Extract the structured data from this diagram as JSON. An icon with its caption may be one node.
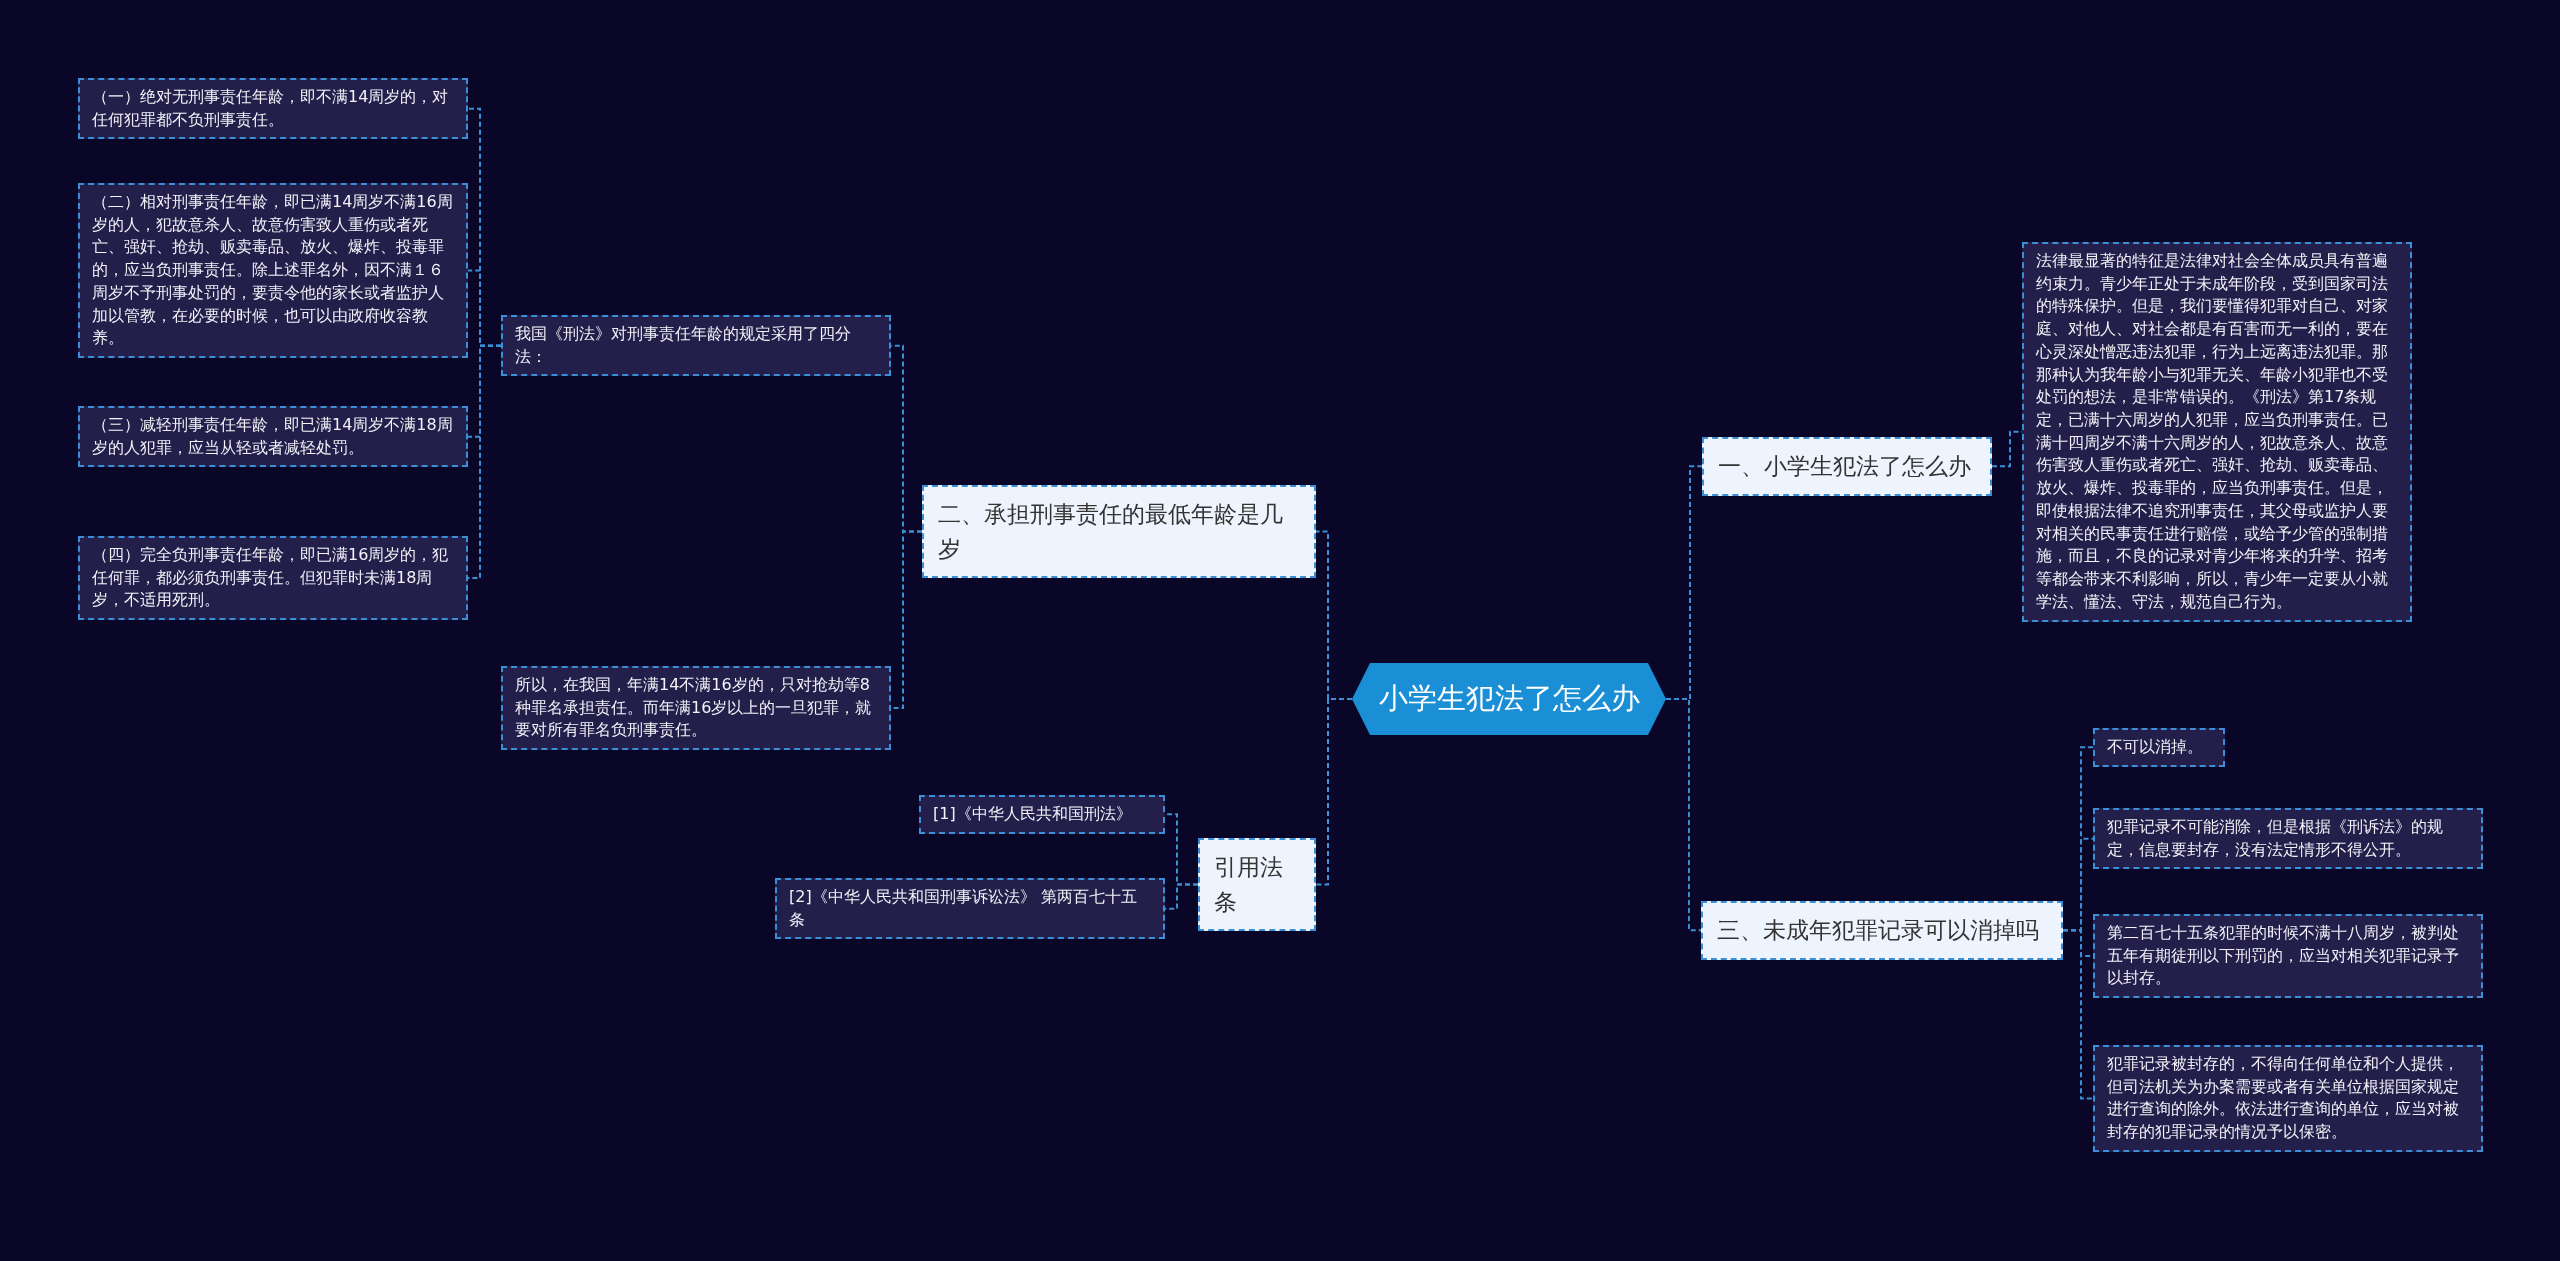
{
  "diagram": {
    "nodes": [
      {
        "text": [
          "小学生犯法了怎么办"
        ]
      },
      {
        "text": [
          "一、小学生犯法了怎么办"
        ]
      },
      {
        "text": [
          "法律最显著的特征是法律对社会全体成员具有普遍约束力。青少年正处于未成年阶段，受到国家司法的特殊保护。但是，我们要懂得犯罪对自己、对家庭、对他人、对社会都是有百害而无一利的，要在心灵深处憎恶违法犯罪，行为上远离违法犯罪。那那种认为我年龄小与犯罪无关、年龄小犯罪也不受处罚的想法，是非常错误的。《刑法》第17条规定，已满十六周岁的人犯罪，应当负刑事责任。已满十四周岁不满十六周岁的人，犯故意杀人、故意伤害致人重伤或者死亡、强奸、抢劫、贩卖毒品、放火、爆炸、投毒罪的，应当负刑事责任。但是，即使根据法律不追究刑事责任，其父母或监护人要对相关的民事责任进行赔偿，或给予少管的强制措施，而且，不良的记录对青少年将来的升学、招考等都会带来不利影响，所以，青少年一定要从小就学法、懂法、守法，规范自己行为。"
        ]
      },
      {
        "text": [
          "三、未成年犯罪记录可以消掉吗"
        ]
      },
      {
        "text": [
          "不可以消掉。"
        ]
      },
      {
        "text": [
          "犯罪记录不可能消除，但是根据《刑诉法》的规定，信息要封存，没有法定情形不得公开。"
        ]
      },
      {
        "text": [
          "第二百七十五条犯罪的时候不满十八周岁，被判处五年有期徒刑以下刑罚的，应当对相关犯罪记录予以封存。"
        ]
      },
      {
        "text": [
          "犯罪记录被封存的，不得向任何单位和个人提供，但司法机关为办案需要或者有关单位根据国家规定进行查询的除外。依法进行查询的单位，应当对被封存的犯罪记录的情况予以保密。"
        ]
      },
      {
        "text": [
          "二、承担刑事责任的最低年龄是几岁"
        ]
      },
      {
        "text": [
          "我国《刑法》对刑事责任年龄的规定采用了四分法："
        ]
      },
      {
        "text": [
          "（一）绝对无刑事责任年龄，即不满14周岁的，对任何犯罪都不负刑事责任。"
        ]
      },
      {
        "text": [
          "（二）相对刑事责任年龄，即已满14周岁不满16周岁的人，犯故意杀人、故意伤害致人重伤或者死亡、强奸、抢劫、贩卖毒品、放火、爆炸、投毒罪的，应当负刑事责任。除上述罪名外，因不满１６周岁不予刑事处罚的，要责令他的家长或者监护人加以管教，在必要的时候，也可以由政府收容教养。"
        ]
      },
      {
        "text": [
          "（三）减轻刑事责任年龄，即已满14周岁不满18周岁的人犯罪，应当从轻或者减轻处罚。"
        ]
      },
      {
        "text": [
          "（四）完全负刑事责任年龄，即已满16周岁的，犯任何罪，都必须负刑事责任。但犯罪时未满18周岁，不适用死刑。"
        ]
      },
      {
        "text": [
          "所以，在我国，年满14不满16岁的，只对抢劫等8种罪名承担责任。而年满16岁以上的一旦犯罪，就要对所有罪名负刑事责任。"
        ]
      },
      {
        "text": [
          "引用法条"
        ]
      },
      {
        "text": [
          "[1]《中华人民共和国刑法》"
        ]
      },
      {
        "text": [
          "[2]《中华人民共和国刑事诉讼法》 第两百七十五条"
        ]
      }
    ],
    "edges": [
      {
        "from": 0,
        "to": 1,
        "arrow": "none"
      },
      {
        "from": 1,
        "to": 2,
        "arrow": "none"
      },
      {
        "from": 0,
        "to": 3,
        "arrow": "none"
      },
      {
        "from": 3,
        "to": 4,
        "arrow": "none"
      },
      {
        "from": 3,
        "to": 5,
        "arrow": "none"
      },
      {
        "from": 3,
        "to": 6,
        "arrow": "none"
      },
      {
        "from": 3,
        "to": 7,
        "arrow": "none"
      },
      {
        "from": 0,
        "to": 8,
        "arrow": "none"
      },
      {
        "from": 8,
        "to": 9,
        "arrow": "none"
      },
      {
        "from": 9,
        "to": 10,
        "arrow": "none"
      },
      {
        "from": 9,
        "to": 11,
        "arrow": "none"
      },
      {
        "from": 9,
        "to": 12,
        "arrow": "none"
      },
      {
        "from": 9,
        "to": 13,
        "arrow": "none"
      },
      {
        "from": 8,
        "to": 14,
        "arrow": "none"
      },
      {
        "from": 0,
        "to": 15,
        "arrow": "none"
      },
      {
        "from": 15,
        "to": 16,
        "arrow": "none"
      },
      {
        "from": 15,
        "to": 17,
        "arrow": "none"
      }
    ]
  }
}
